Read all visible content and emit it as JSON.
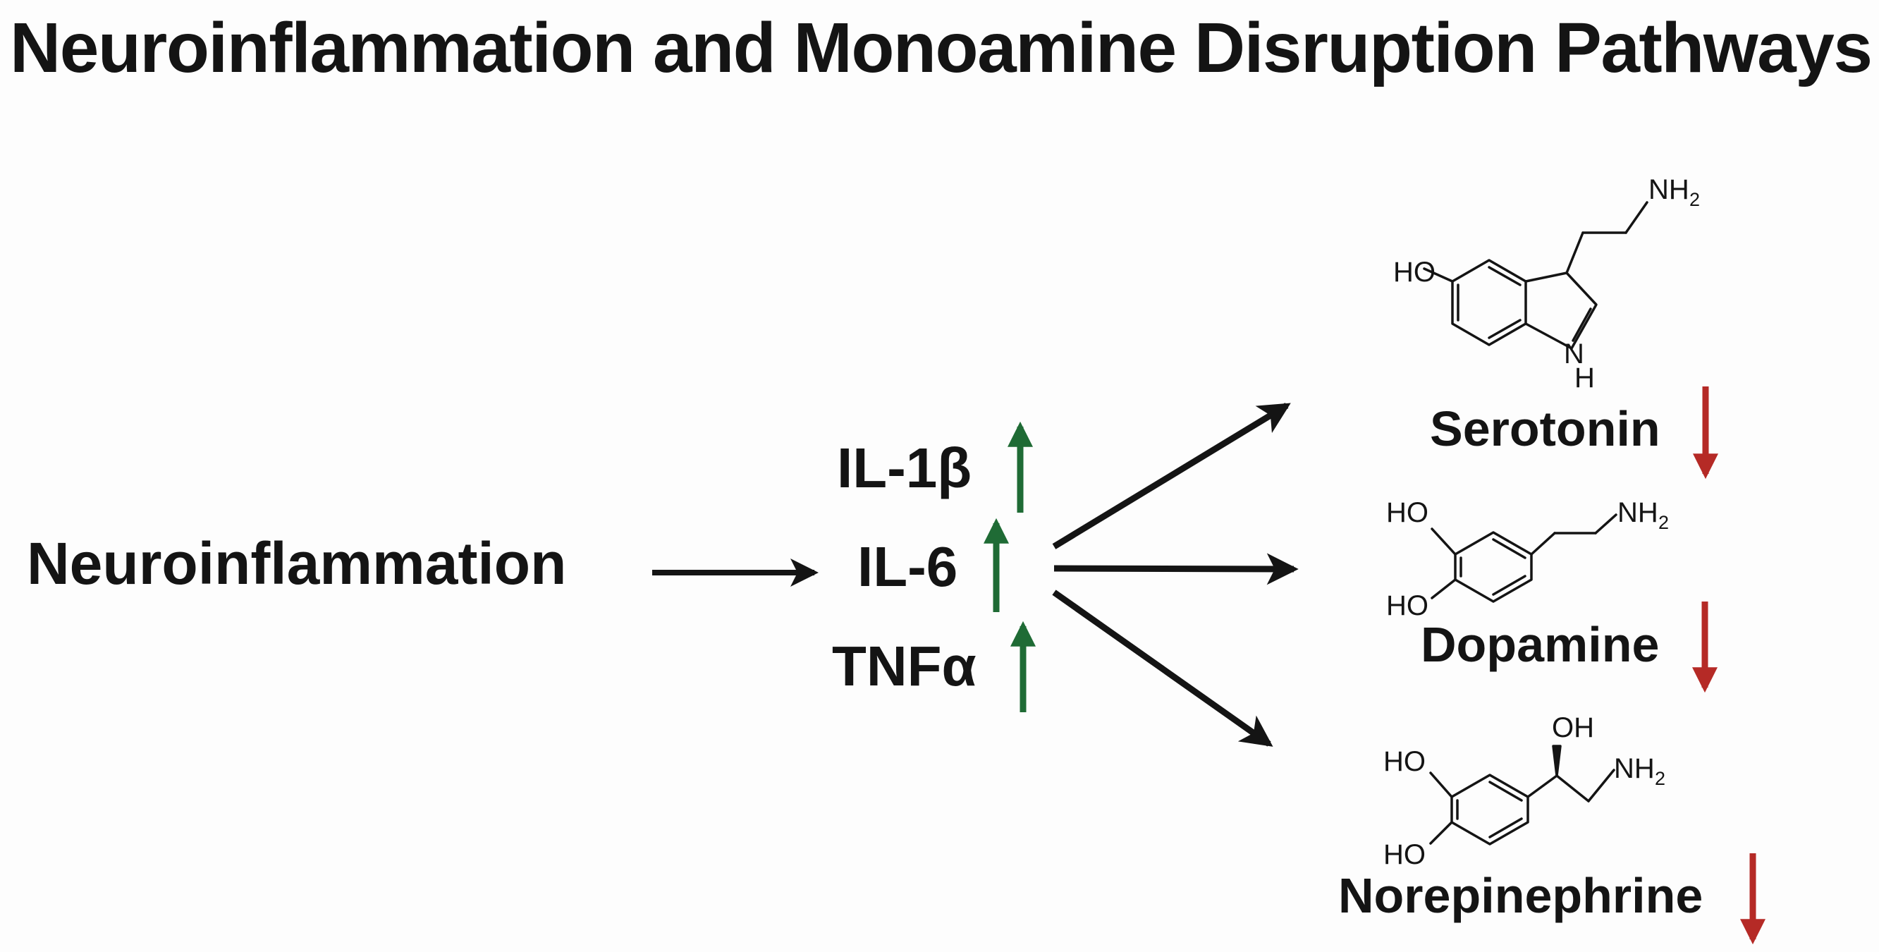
{
  "title": "Neuroinflammation and Monoamine Disruption Pathways",
  "source": {
    "label": "Neuroinflammation"
  },
  "cytokines": [
    {
      "label": "IL-1β",
      "trend": "up"
    },
    {
      "label": "IL-6",
      "trend": "up"
    },
    {
      "label": "TNFα",
      "trend": "up"
    }
  ],
  "monoamines": [
    {
      "label": "Serotonin",
      "trend": "down"
    },
    {
      "label": "Dopamine",
      "trend": "down"
    },
    {
      "label": "Norepinephrine",
      "trend": "down"
    }
  ],
  "structure_labels": {
    "serotonin": {
      "ho": "HO",
      "nh": "NH",
      "sub2": "2",
      "n": "N",
      "h": "H"
    },
    "dopamine": {
      "ho1": "HO",
      "ho2": "HO",
      "nh": "NH",
      "sub2": "2"
    },
    "norepinephrine": {
      "ho1": "HO",
      "ho2": "HO",
      "oh": "OH",
      "nh": "NH",
      "sub2": "2"
    }
  },
  "colors": {
    "increase": "#1f6b35",
    "decrease": "#b52a26",
    "arrow": "#141414"
  }
}
